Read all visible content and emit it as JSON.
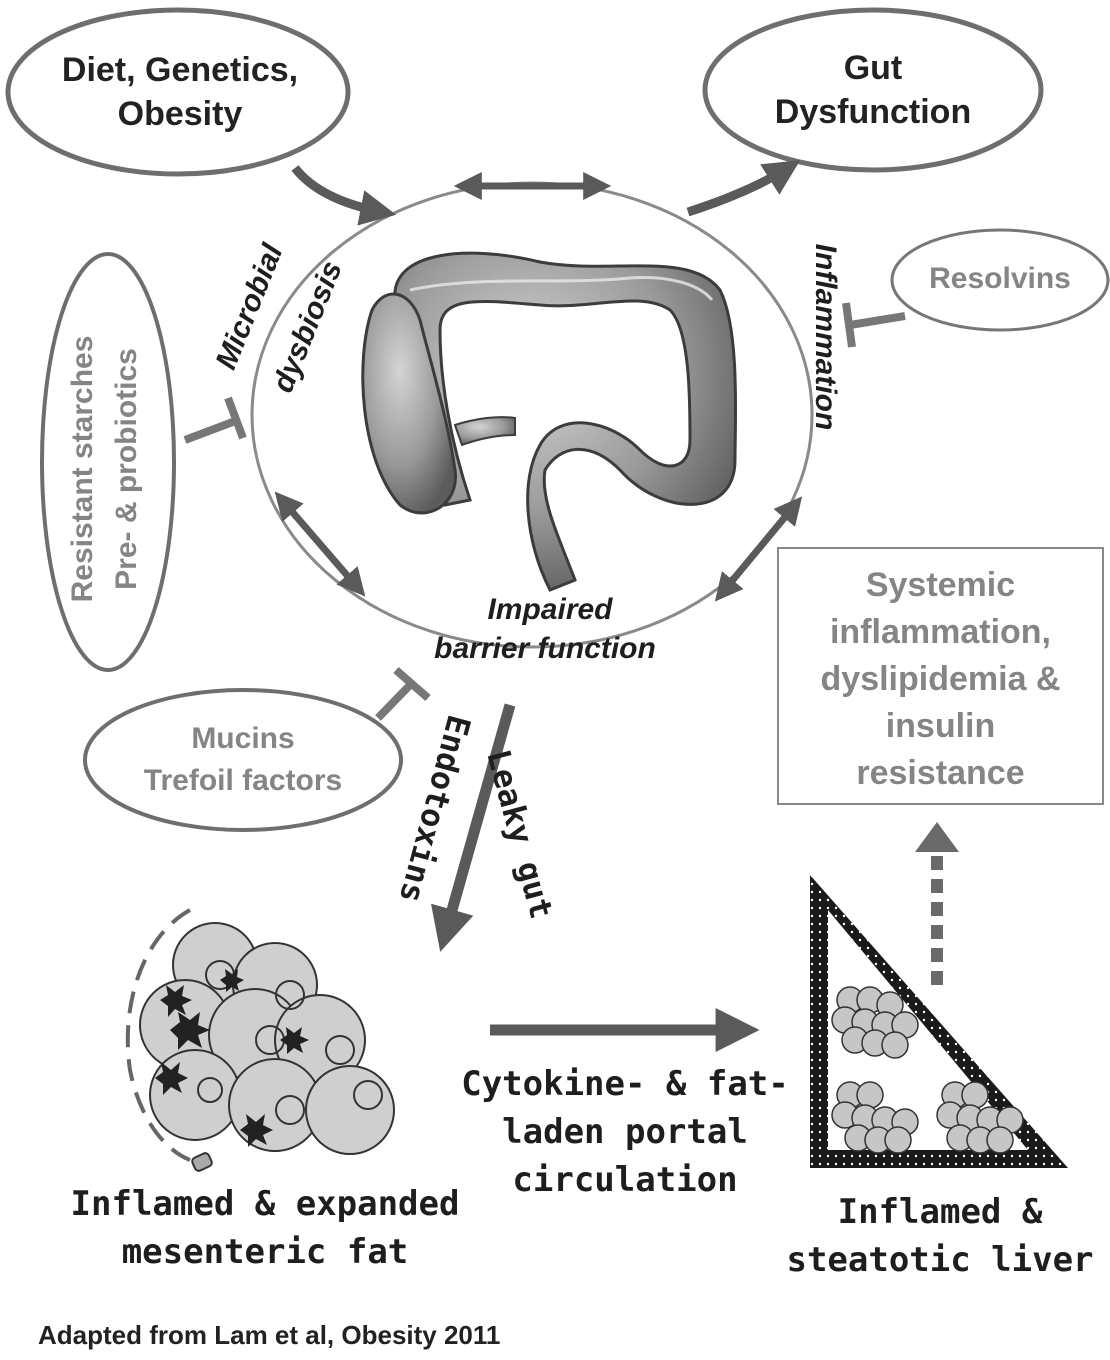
{
  "nodes": {
    "diet": "Diet, Genetics,\nObesity",
    "gut_dysfunction": "Gut\nDysfunction",
    "resolvins": "Resolvins",
    "starches": "Resistant starches\nPre- & probiotics",
    "mucins": "Mucins\nTrefoil factors",
    "systemic": "Systemic\ninflammation,\ndyslipidemia &\ninsulin\nresistance"
  },
  "gut_labels": {
    "microbial": "Microbial",
    "dysbiosis": "dysbiosis",
    "inflammation": "Inflammation",
    "impaired": "Impaired",
    "barrier": "barrier function"
  },
  "flow_labels": {
    "leaky_gut": "Leaky gut",
    "endotoxins": "Endotoxins",
    "cytokine": "Cytokine- & fat-\nladen portal\ncirculation",
    "mesenteric": "Inflamed & expanded\nmesenteric fat",
    "liver": "Inflamed &\nsteatotic liver"
  },
  "citation": "Adapted from Lam et al, Obesity 2011",
  "colors": {
    "arrow": "#5a5a5a",
    "outline": "#6e6e6e",
    "cell_fill": "#cfcfcf",
    "gut_fill": "#8c8c8c"
  }
}
